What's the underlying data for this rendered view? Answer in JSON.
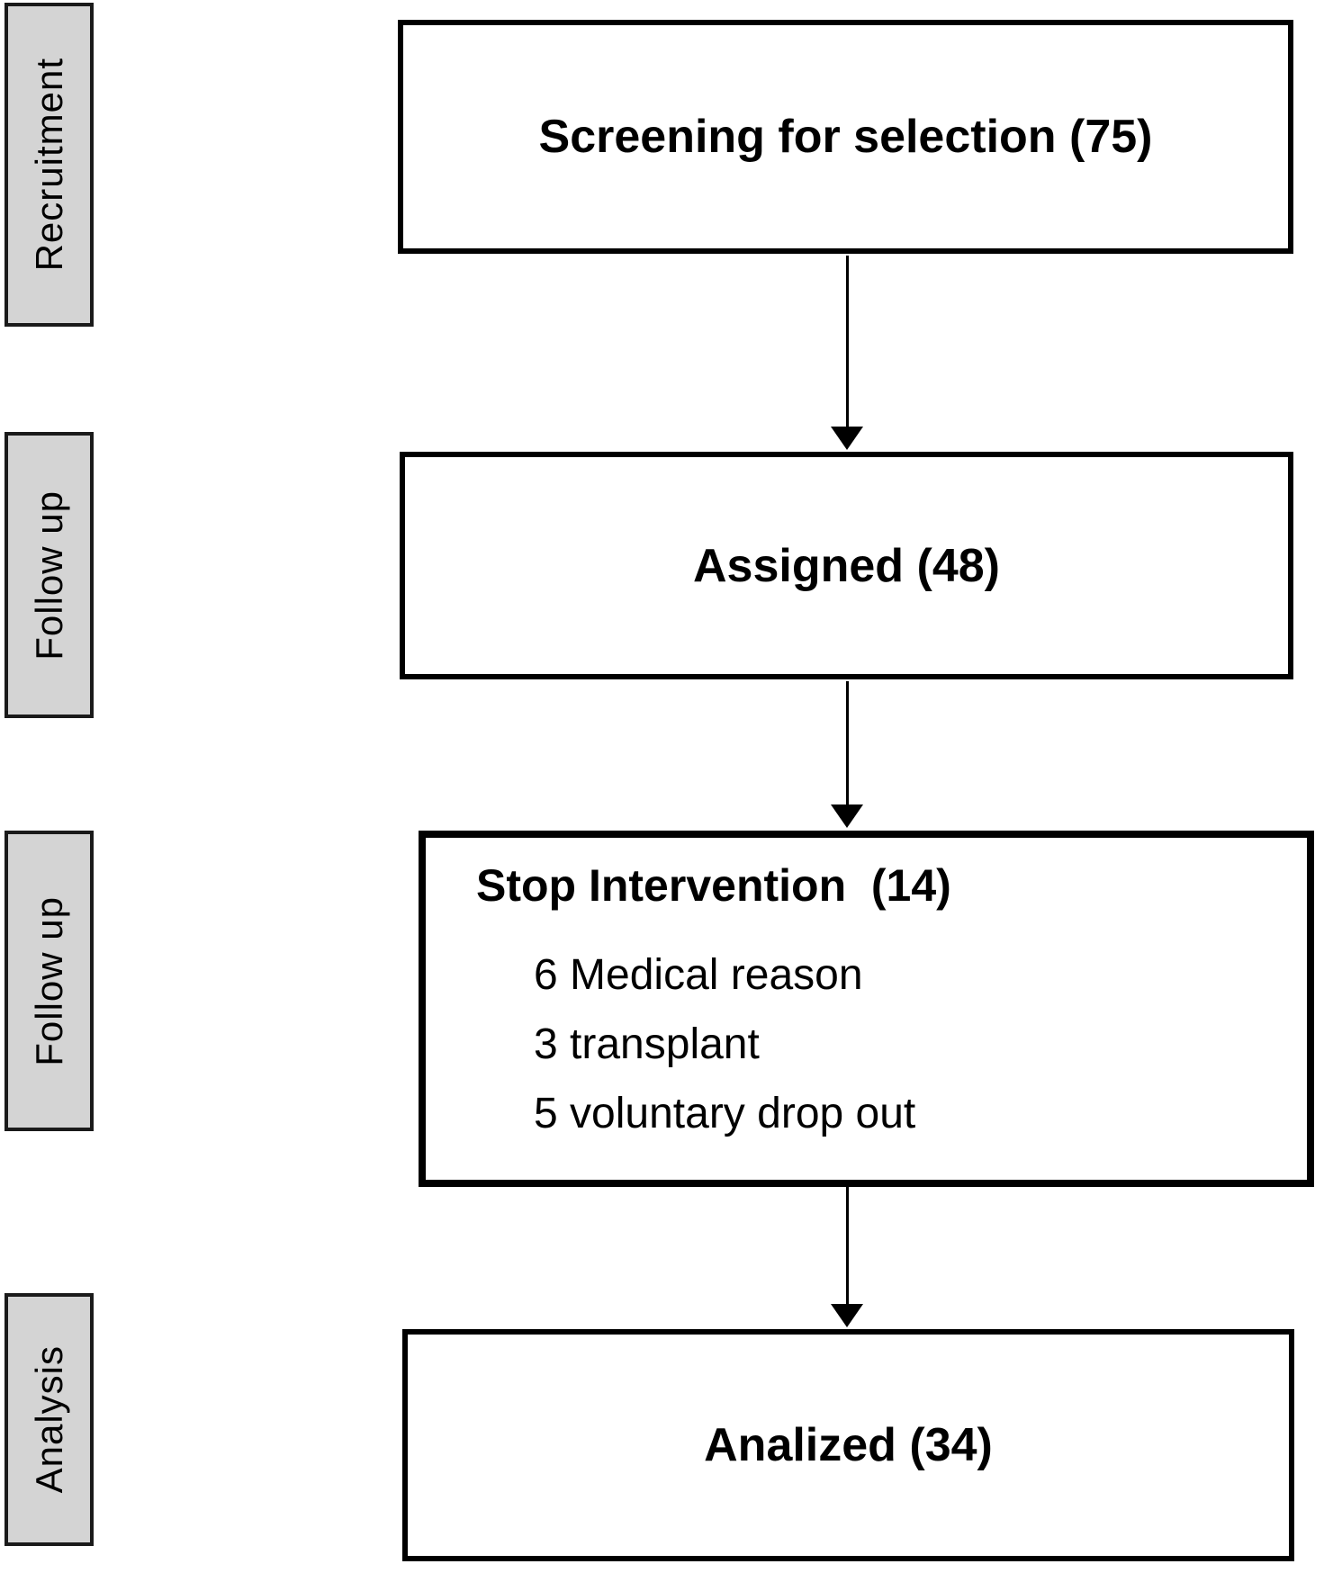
{
  "diagram": {
    "type": "flowchart",
    "stages": [
      {
        "label": "Recruitment"
      },
      {
        "label": "Follow up"
      },
      {
        "label": "Follow up"
      },
      {
        "label": "Analysis"
      }
    ],
    "boxes": {
      "screening": {
        "title": "Screening for selection (75)",
        "count": 75
      },
      "assigned": {
        "title": "Assigned (48)",
        "count": 48
      },
      "stop": {
        "title": "Stop Intervention  (14)",
        "count": 14,
        "reasons": [
          "6 Medical reason",
          "3 transplant",
          "5 voluntary drop out"
        ]
      },
      "analyzed": {
        "title": "Analized (34)",
        "count": 34
      }
    },
    "colors": {
      "stage_fill": "#d4d4d4",
      "box_fill": "#ffffff",
      "border": "#000000",
      "text": "#000000",
      "background": "#ffffff"
    }
  }
}
